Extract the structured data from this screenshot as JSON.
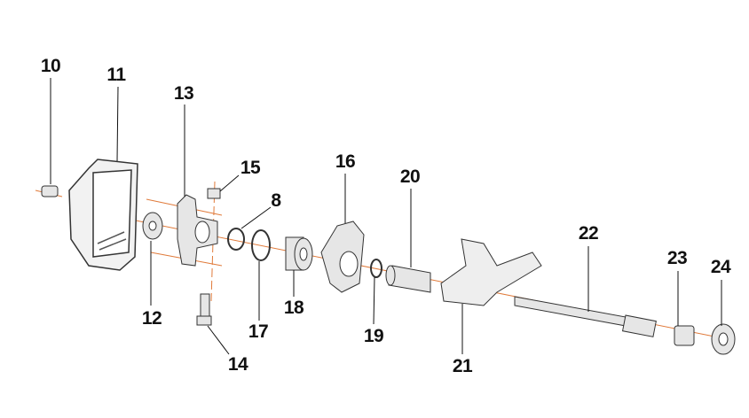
{
  "title": "Exploded parts diagram",
  "colors": {
    "axis": "#e07a3a",
    "part_fill": "#e6e6e6",
    "part_stroke": "#333333",
    "leader": "#111111"
  },
  "callouts": [
    {
      "id": "p10",
      "label": "10"
    },
    {
      "id": "p11",
      "label": "11"
    },
    {
      "id": "p13",
      "label": "13"
    },
    {
      "id": "p15",
      "label": "15"
    },
    {
      "id": "p8",
      "label": "8"
    },
    {
      "id": "p16",
      "label": "16"
    },
    {
      "id": "p20",
      "label": "20"
    },
    {
      "id": "p22",
      "label": "22"
    },
    {
      "id": "p23",
      "label": "23"
    },
    {
      "id": "p24",
      "label": "24"
    },
    {
      "id": "p12",
      "label": "12"
    },
    {
      "id": "p17",
      "label": "17"
    },
    {
      "id": "p18",
      "label": "18"
    },
    {
      "id": "p19",
      "label": "19"
    },
    {
      "id": "p21",
      "label": "21"
    },
    {
      "id": "p14",
      "label": "14"
    }
  ]
}
